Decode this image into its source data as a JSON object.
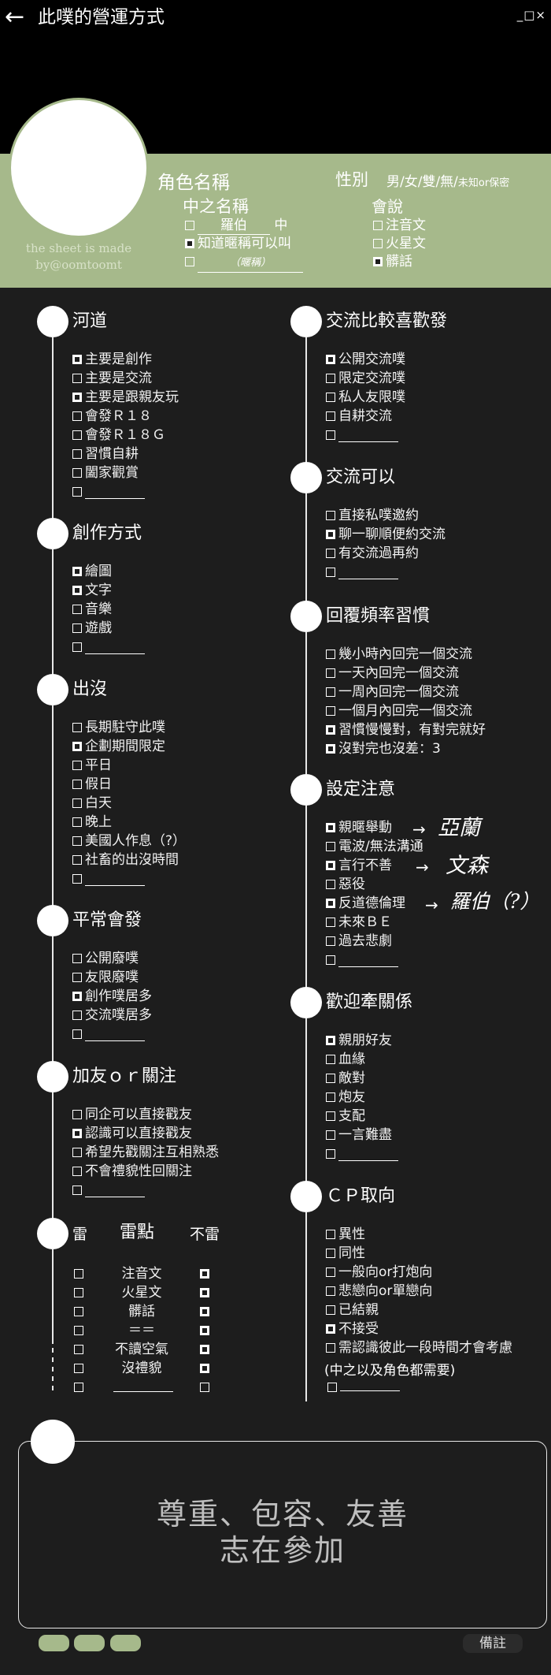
{
  "header": {
    "back_icon": "arrow-left-icon",
    "title": "此噗的營運方式",
    "window_controls": "_□×"
  },
  "profile": {
    "credit": "the sheet is made by@oomtoomt",
    "char_name_label": "角色名稱",
    "gender_label": "性別",
    "gender_options": "男/女/雙/無/",
    "gender_extra": "未知or保密",
    "cn_name_label": "中之名稱",
    "cn_name_value": "羅伯",
    "cn_name_suffix": "中",
    "cn_option2": "知道暱稱可以叫",
    "cn_option3_hint": "（暱稱）",
    "speak_label": "會說",
    "speak_options": [
      "注音文",
      "火星文",
      "髒話"
    ]
  },
  "sections": {
    "river": {
      "title": "河道",
      "options": [
        "主要是創作",
        "主要是交流",
        "主要是跟親友玩",
        "會發Ｒ１８",
        "會發Ｒ１８Ｇ",
        "習慣自耕",
        "闔家觀賞"
      ]
    },
    "create": {
      "title": "創作方式",
      "options": [
        "繪圖",
        "文字",
        "音樂",
        "遊戲"
      ]
    },
    "appear": {
      "title": "出沒",
      "options": [
        "長期駐守此噗",
        "企劃期間限定",
        "平日",
        "假日",
        "白天",
        "晚上",
        "美國人作息（?）",
        "社畜的出沒時間"
      ]
    },
    "usual": {
      "title": "平常會發",
      "options": [
        "公開廢噗",
        "友限廢噗",
        "創作噗居多",
        "交流噗居多"
      ]
    },
    "friend": {
      "title": "加友ｏｒ關注",
      "options": [
        "同企可以直接戳友",
        "認識可以直接戳友",
        "希望先戳關注互相熟悉",
        "不會禮貌性回關注"
      ]
    },
    "thunder": {
      "title": "雷",
      "mid": "雷點",
      "right": "不雷",
      "items": [
        "注音文",
        "火星文",
        "髒話",
        "＝＝",
        "不讀空氣",
        "沒禮貌"
      ]
    },
    "exchange": {
      "title": "交流比較喜歡發",
      "options": [
        "公開交流噗",
        "限定交流噗",
        "私人友限噗",
        "自耕交流"
      ]
    },
    "canex": {
      "title": "交流可以",
      "options": [
        "直接私噗邀約",
        "聊一聊順便約交流",
        "有交流過再約"
      ]
    },
    "reply": {
      "title": "回覆頻率習慣",
      "options": [
        "幾小時內回完一個交流",
        "一天內回完一個交流",
        "一周內回完一個交流",
        "一個月內回完一個交流",
        "習慣慢慢對，有對完就好",
        "沒對完也沒差：3"
      ]
    },
    "setting": {
      "title": "設定注意",
      "options": [
        "親暱舉動",
        "電波/無法溝通",
        "言行不善",
        "惡役",
        "反道德倫理",
        "未來ＢＥ",
        "過去悲劇"
      ],
      "notes": [
        "亞蘭",
        "文森",
        "羅伯（?）"
      ]
    },
    "relation": {
      "title": "歡迎牽關係",
      "options": [
        "親朋好友",
        "血緣",
        "敵對",
        "炮友",
        "支配",
        "一言難盡"
      ]
    },
    "cp": {
      "title": "ＣＰ取向",
      "options": [
        "異性",
        "同性",
        "一般向or打炮向",
        "悲戀向or單戀向",
        "已結親",
        "不接受",
        "需認識彼此一段時間才會考慮"
      ],
      "note": "(中之以及角色都需要)"
    }
  },
  "footer": {
    "motto_line1": "尊重、包容、友善",
    "motto_line2": "志在參加",
    "remark": "備註"
  }
}
